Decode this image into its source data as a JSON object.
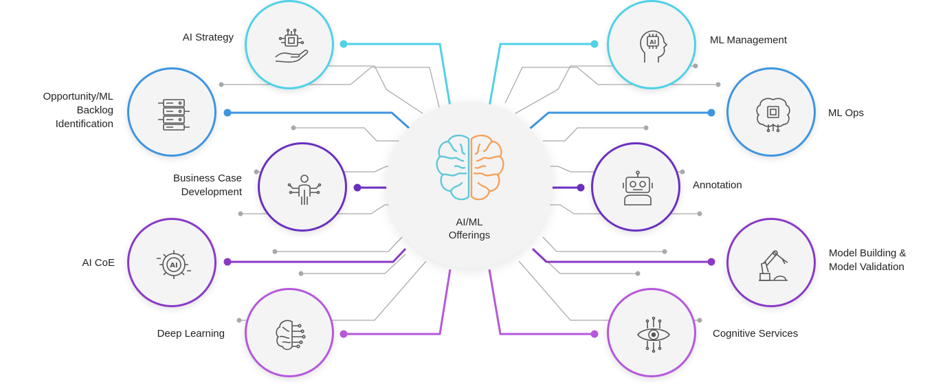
{
  "hub": {
    "title_line1": "AI/ML",
    "title_line2": "Offerings",
    "icon": "brain-icon",
    "brain_left_color": "#5ec8d8",
    "brain_right_color": "#f5a25a"
  },
  "offerings_left": [
    {
      "label_lines": [
        "AI Strategy"
      ],
      "icon": "hand-chip-icon",
      "color": "#4fd1e8"
    },
    {
      "label_lines": [
        "Opportunity/ML",
        "Backlog",
        "Identification"
      ],
      "icon": "server-rack-icon",
      "color": "#3d95e0"
    },
    {
      "label_lines": [
        "Business Case",
        "Development"
      ],
      "icon": "person-network-icon",
      "color": "#6a2fc0"
    },
    {
      "label_lines": [
        "AI CoE"
      ],
      "icon": "ai-gear-icon",
      "color": "#8a39c6"
    },
    {
      "label_lines": [
        "Deep Learning"
      ],
      "icon": "brain-circuit-icon",
      "color": "#b657dc"
    }
  ],
  "offerings_right": [
    {
      "label_lines": [
        "ML Management"
      ],
      "icon": "ai-head-icon",
      "color": "#4fd1e8"
    },
    {
      "label_lines": [
        "ML Ops"
      ],
      "icon": "brain-chip-icon",
      "color": "#3d95e0"
    },
    {
      "label_lines": [
        "Annotation"
      ],
      "icon": "robot-icon",
      "color": "#6a2fc0"
    },
    {
      "label_lines": [
        "Model Building &",
        "Model Validation"
      ],
      "icon": "robotic-arm-icon",
      "color": "#8a39c6"
    },
    {
      "label_lines": [
        "Cognitive Services"
      ],
      "icon": "eye-circuit-icon",
      "color": "#b657dc"
    }
  ],
  "connector_gray": "#a9a9a9"
}
